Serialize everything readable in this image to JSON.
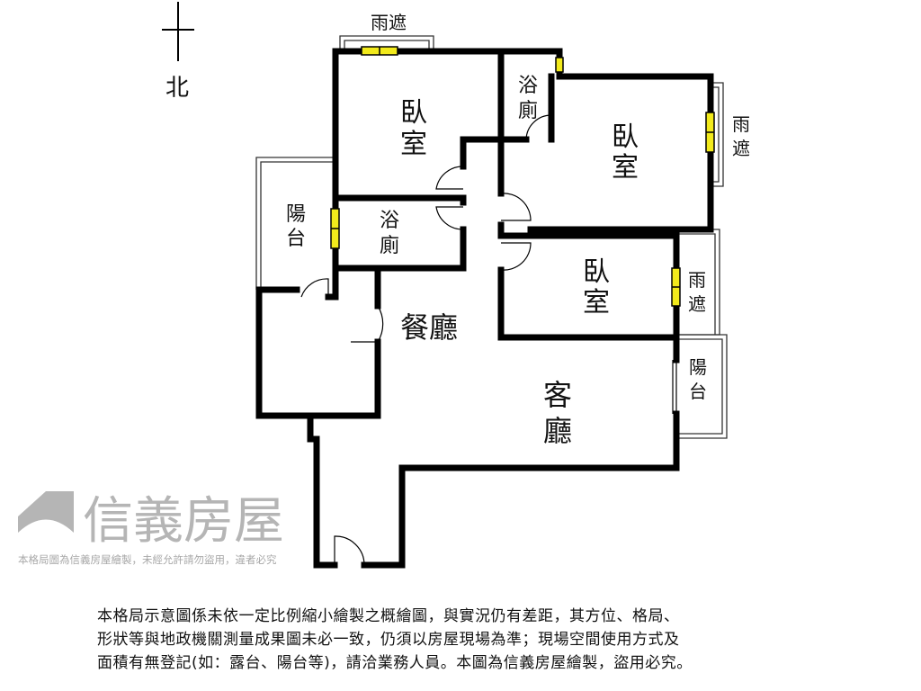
{
  "compass": {
    "label": "北"
  },
  "rooms": {
    "bedroom_1": [
      "臥",
      "室"
    ],
    "bedroom_2": [
      "臥",
      "室"
    ],
    "bedroom_3": [
      "臥",
      "室"
    ],
    "bath_1": [
      "浴",
      "廁"
    ],
    "bath_2": [
      "浴",
      "廁"
    ],
    "dining": "餐廳",
    "living": [
      "客",
      "廳"
    ],
    "balcony_left": [
      "陽",
      "台"
    ],
    "balcony_right": [
      "陽",
      "台"
    ],
    "canopy_top": "雨遮",
    "canopy_right_1": [
      "雨",
      "遮"
    ],
    "canopy_right_2": [
      "雨",
      "遮"
    ]
  },
  "watermark": {
    "brand": "信義房屋",
    "caption": "本格局圖為信義房屋繪製，未經允許請勿盜用，違者必究"
  },
  "disclaimer": [
    "本格局示意圖係未依一定比例縮小繪製之概繪圖，與實況仍有差距，其方位、格局、",
    "形狀等與地政機關測量成果圖未必一致，仍須以房屋現場為準；現場空間使用方式及",
    "面積有無登記(如：露台、陽台等)，請洽業務人員。本圖為信義房屋繪製，盜用必究。"
  ],
  "colors": {
    "wall": "#000000",
    "window": "#f2ea1c",
    "watermark": "#b5b5b5"
  }
}
